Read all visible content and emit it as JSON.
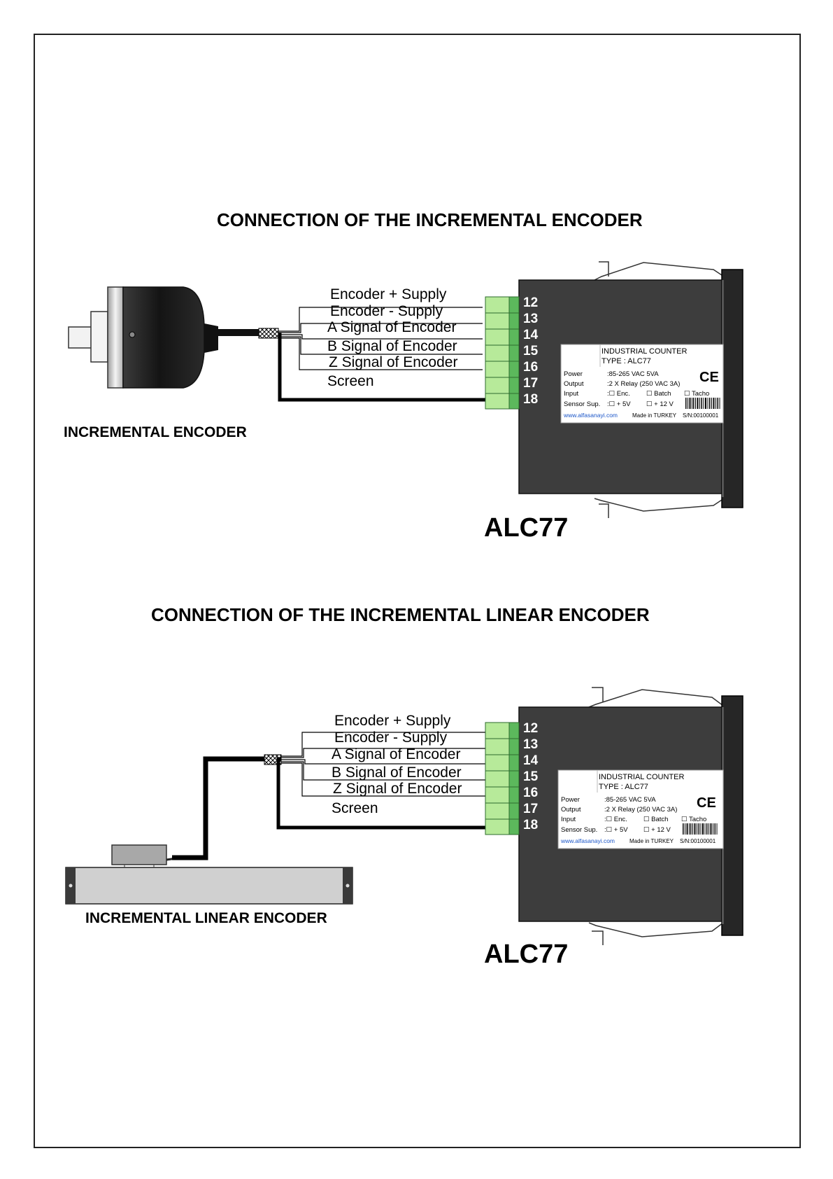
{
  "diagrams": [
    {
      "title": "CONNECTION OF THE INCREMENTAL ENCODER",
      "device_caption": "INCREMENTAL ENCODER",
      "model": "ALC77",
      "wires": [
        "Encoder + Supply",
        "Encoder -  Supply",
        "A Signal of Encoder",
        "B Signal of Encoder",
        "Z Signal of Encoder",
        "Screen"
      ],
      "terminals": [
        "12",
        "13",
        "14",
        "15",
        "16",
        "17",
        "18"
      ]
    },
    {
      "title": "CONNECTION OF THE INCREMENTAL LINEAR ENCODER",
      "device_caption": "INCREMENTAL LINEAR ENCODER",
      "model": "ALC77",
      "wires": [
        "Encoder + Supply",
        "Encoder -  Supply",
        "A Signal of Encoder",
        "B Signal of Encoder",
        "Z Signal of Encoder",
        "Screen"
      ],
      "terminals": [
        "12",
        "13",
        "14",
        "15",
        "16",
        "17",
        "18"
      ]
    }
  ],
  "label": {
    "heading": "INDUSTRIAL COUNTER",
    "type": "TYPE : ALC77",
    "power_key": "Power",
    "power_val": ":85-265 VAC  5VA",
    "output_key": "Output",
    "output_val": ":2 X Relay (250 VAC 3A)",
    "input_key": "Input",
    "input_opts": [
      ":☐ Enc.",
      "☐ Batch",
      "☐ Tacho"
    ],
    "sensor_key": "Sensor Sup.",
    "sensor_opts": [
      ":☐ + 5V",
      "☐ + 12 V"
    ],
    "url": "www.alfasanayi.com",
    "made": "Made in TURKEY",
    "serial": "S/N:00100001",
    "ce": "CE"
  },
  "colors": {
    "terminal_green": "#5cb85c",
    "terminal_light": "#b7ea9a",
    "housing": "#3d3d3d",
    "bezel": "#262626",
    "encoder_body": "#1e1e1e",
    "rail": "#d0d0d0"
  }
}
